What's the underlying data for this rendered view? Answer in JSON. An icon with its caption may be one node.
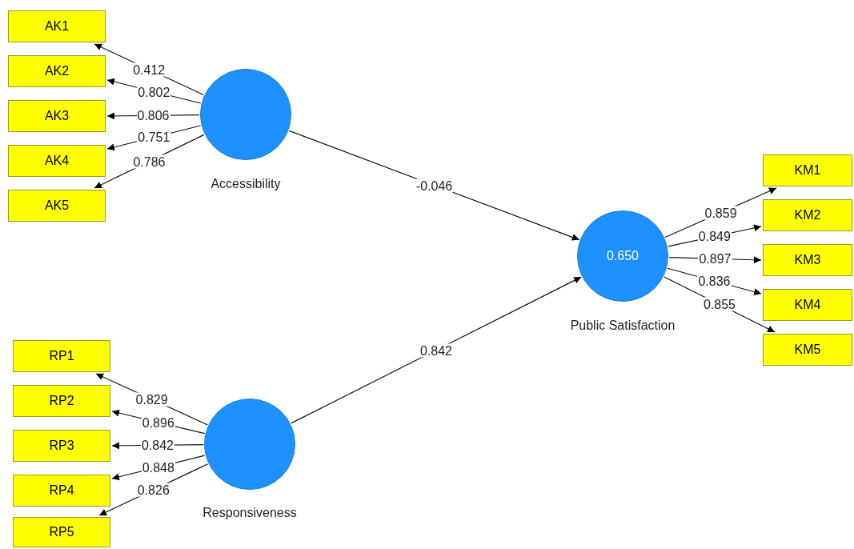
{
  "diagram": {
    "nodes": [
      {
        "text": [
          "AK1"
        ]
      },
      {
        "text": [
          "AK2"
        ]
      },
      {
        "text": [
          "AK3"
        ]
      },
      {
        "text": [
          "AK4"
        ]
      },
      {
        "text": [
          "AK5"
        ]
      },
      {
        "text": [
          "Accessibility"
        ]
      },
      {
        "text": [
          "RP1"
        ]
      },
      {
        "text": [
          "RP2"
        ]
      },
      {
        "text": [
          "RP3"
        ]
      },
      {
        "text": [
          "RP4"
        ]
      },
      {
        "text": [
          "RP5"
        ]
      },
      {
        "text": [
          "Responsiveness"
        ]
      },
      {
        "text": [
          "0.650",
          "Public Satisfaction"
        ]
      },
      {
        "text": [
          "KM1"
        ]
      },
      {
        "text": [
          "KM2"
        ]
      },
      {
        "text": [
          "KM3"
        ]
      },
      {
        "text": [
          "KM4"
        ]
      },
      {
        "text": [
          "KM5"
        ]
      }
    ],
    "edges": [
      {
        "from": 5,
        "to": 0,
        "arrow": "to",
        "label": "0.412"
      },
      {
        "from": 5,
        "to": 1,
        "arrow": "to",
        "label": "0.802"
      },
      {
        "from": 5,
        "to": 2,
        "arrow": "to",
        "label": "0.806"
      },
      {
        "from": 5,
        "to": 3,
        "arrow": "to",
        "label": "0.751"
      },
      {
        "from": 5,
        "to": 4,
        "arrow": "to",
        "label": "0.786"
      },
      {
        "from": 11,
        "to": 6,
        "arrow": "to",
        "label": "0.829"
      },
      {
        "from": 11,
        "to": 7,
        "arrow": "to",
        "label": "0.896"
      },
      {
        "from": 11,
        "to": 8,
        "arrow": "to",
        "label": "0.842"
      },
      {
        "from": 11,
        "to": 9,
        "arrow": "to",
        "label": "0.848"
      },
      {
        "from": 11,
        "to": 10,
        "arrow": "to",
        "label": "0.826"
      },
      {
        "from": 5,
        "to": 12,
        "arrow": "to",
        "label": "-0.046"
      },
      {
        "from": 11,
        "to": 12,
        "arrow": "to",
        "label": "0.842"
      },
      {
        "from": 12,
        "to": 13,
        "arrow": "to",
        "label": "0.859"
      },
      {
        "from": 12,
        "to": 14,
        "arrow": "to",
        "label": "0.849"
      },
      {
        "from": 12,
        "to": 15,
        "arrow": "to",
        "label": "0.897"
      },
      {
        "from": 12,
        "to": 16,
        "arrow": "to",
        "label": "0.836"
      },
      {
        "from": 12,
        "to": 17,
        "arrow": "to",
        "label": "0.855"
      }
    ]
  }
}
